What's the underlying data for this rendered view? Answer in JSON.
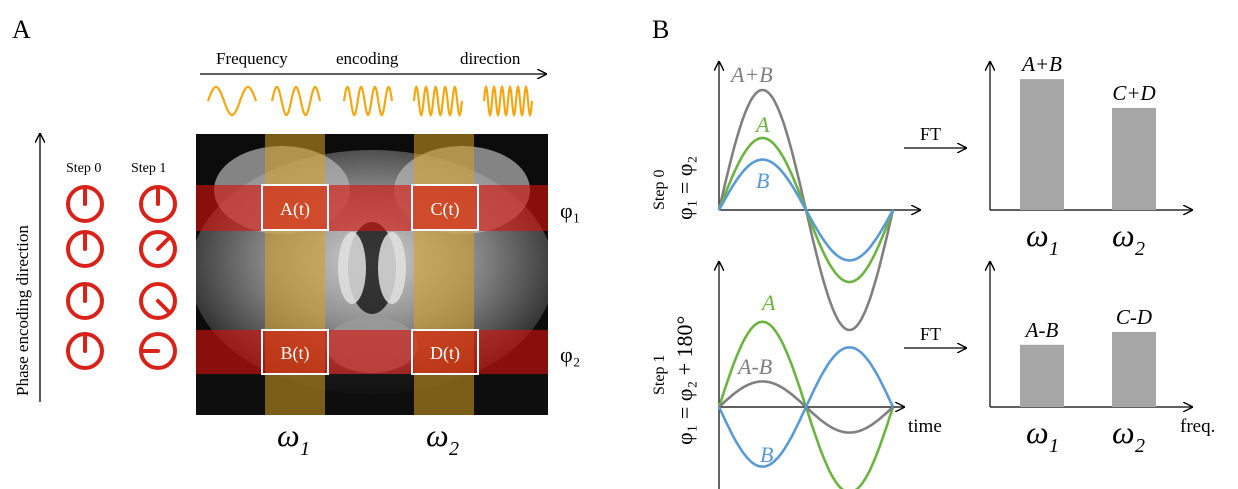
{
  "panel_a": {
    "label": "A",
    "freq_axis_title": [
      "Frequency",
      "encoding",
      "direction"
    ],
    "phase_axis_title": "Phase encoding direction",
    "steps": [
      "Step 0",
      "Step 1"
    ],
    "step0_angles_deg": [
      0,
      0,
      0,
      0
    ],
    "step1_angles_deg": [
      0,
      45,
      135,
      270
    ],
    "freq_wave_cycles": [
      1.5,
      2.5,
      3.5,
      5,
      6
    ],
    "voxels": [
      "A(t)",
      "C(t)",
      "B(t)",
      "D(t)"
    ],
    "phase_labels": [
      "φ₁",
      "φ₂"
    ],
    "freq_labels": [
      "ω",
      "ω"
    ],
    "freq_subscripts": [
      "1",
      "2"
    ],
    "colors": {
      "red": "#d92b1f",
      "red_band": "rgba(215,20,10,0.62)",
      "yellow_band": "rgba(215,160,35,0.55)",
      "wave": "#f2a814",
      "dial": "#d8231a"
    }
  },
  "panel_b": {
    "label": "B",
    "top_ylabel_step": "Step 0",
    "top_ylabel_eq": "φ₁ = φ₂",
    "bot_ylabel_step": "Step 1",
    "bot_ylabel_eq": "φ₁ = φ₂ + 180°",
    "ft": "FT",
    "time": "time",
    "freq": "freq.",
    "omega": "ω",
    "omega_subs": [
      "1",
      "2"
    ],
    "signal_labels_top": [
      "A+B",
      "A",
      "B"
    ],
    "signal_labels_bot": [
      "A",
      "A-B",
      "B"
    ],
    "colors": {
      "sumdiff": "#808080",
      "A": "#6cb33f",
      "B": "#5a9ad5",
      "bar": "#a6a6a6"
    }
  },
  "chart_data": [
    {
      "type": "bar",
      "categories": [
        "ω1",
        "ω2"
      ],
      "values": [
        1.0,
        0.78
      ],
      "data_labels": [
        "A+B",
        "C+D"
      ],
      "ylim": [
        0,
        1.1
      ]
    },
    {
      "type": "bar",
      "categories": [
        "ω1",
        "ω2"
      ],
      "values": [
        0.58,
        0.7
      ],
      "data_labels": [
        "A-B",
        "C-D"
      ],
      "ylim": [
        0,
        1.1
      ]
    },
    {
      "type": "line",
      "x_cycles": 1,
      "series": [
        {
          "name": "A+B",
          "amplitude": 1.0
        },
        {
          "name": "A",
          "amplitude": 0.6
        },
        {
          "name": "B",
          "amplitude": 0.42
        }
      ]
    },
    {
      "type": "line",
      "x_cycles": 1,
      "series": [
        {
          "name": "A",
          "amplitude": 0.6
        },
        {
          "name": "A-B",
          "amplitude": 0.18
        },
        {
          "name": "B",
          "amplitude": -0.42
        }
      ]
    }
  ]
}
